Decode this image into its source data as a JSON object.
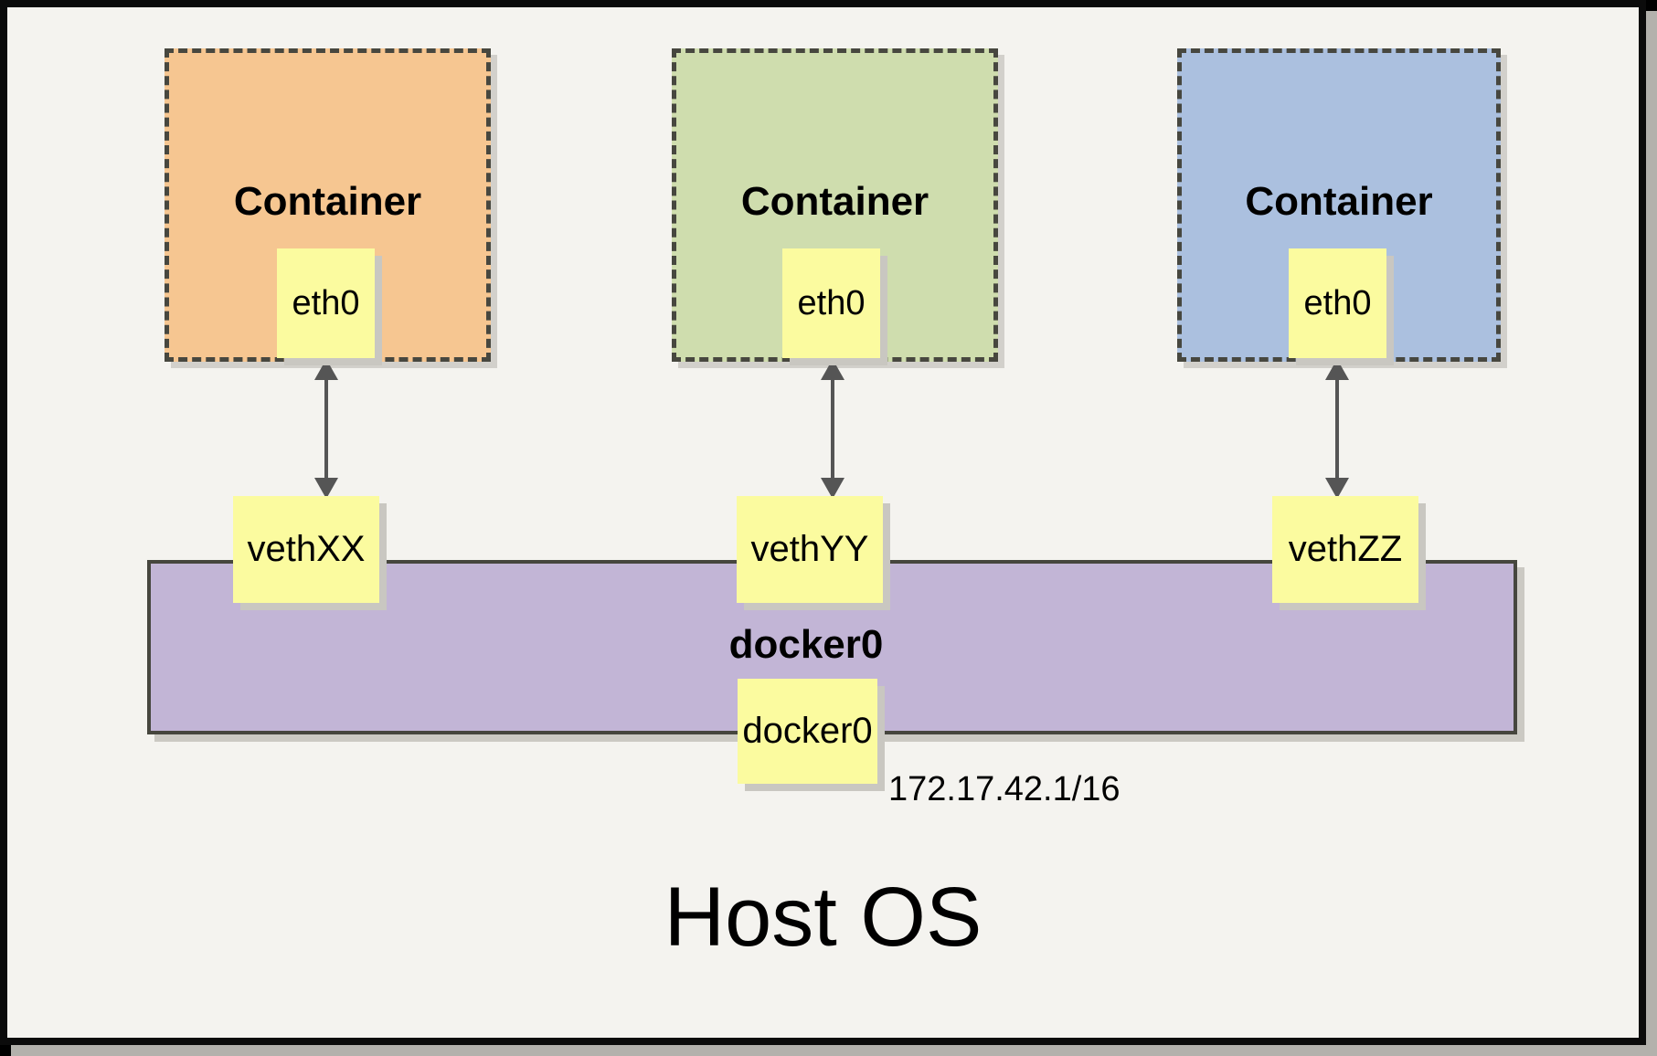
{
  "containers": [
    {
      "title": "Container",
      "interface": "eth0",
      "veth": "vethXX",
      "fill": "#F6C691"
    },
    {
      "title": "Container",
      "interface": "eth0",
      "veth": "vethYY",
      "fill": "#CFDDAE"
    },
    {
      "title": "Container",
      "interface": "eth0",
      "veth": "vethZZ",
      "fill": "#ABC0DF"
    }
  ],
  "bridge": {
    "title": "docker0",
    "interface": "docker0",
    "ip": "172.17.42.1/16",
    "fill": "#C2B5D6"
  },
  "host": {
    "title": "Host OS"
  },
  "colors": {
    "note_fill": "#FBFB9F",
    "canvas_background": "#F4F3EF",
    "dashed_border": "#47473F",
    "arrow": "#555555",
    "frame_border": "#0B0B0B",
    "shadow": "#C9C7C1"
  }
}
